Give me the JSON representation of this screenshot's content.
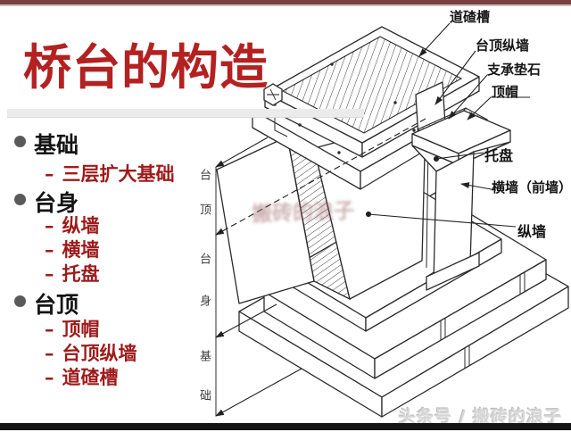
{
  "slide": {
    "title": "桥台的构造"
  },
  "outline": {
    "dash": "–",
    "items": [
      {
        "label": "基础",
        "level": 1
      },
      {
        "label": "三层扩大基础",
        "level": 2
      },
      {
        "label": "台身",
        "level": 1
      },
      {
        "label": "纵墙",
        "level": 2
      },
      {
        "label": "横墙",
        "level": 2
      },
      {
        "label": "托盘",
        "level": 2
      },
      {
        "label": "台顶",
        "level": 1
      },
      {
        "label": "顶帽",
        "level": 2
      },
      {
        "label": "台顶纵墙",
        "level": 2
      },
      {
        "label": "道碴槽",
        "level": 2
      }
    ]
  },
  "diagram": {
    "part_labels": [
      {
        "label": "道碴槽"
      },
      {
        "label": "台顶纵墙"
      },
      {
        "label": "支承垫石"
      },
      {
        "label": "顶帽"
      },
      {
        "label": "托盘"
      },
      {
        "label": "横墙（前墙）"
      },
      {
        "label": "纵墙"
      }
    ],
    "dimension_segments": [
      {
        "label": "台顶"
      },
      {
        "label": "台身"
      },
      {
        "label": "基础"
      }
    ],
    "icons": [
      "hexagon-logo"
    ]
  },
  "watermarks": {
    "center": "搬砖的浪子",
    "footer": "头条号 / 搬砖的浪子"
  },
  "colors": {
    "title_red": "#b32121",
    "sub_item_red": "#9e1b1b",
    "top_bar_maroon": "#7a4040",
    "line_ink": "#2b2b2b",
    "footer_gray": "#d6d6d6"
  }
}
